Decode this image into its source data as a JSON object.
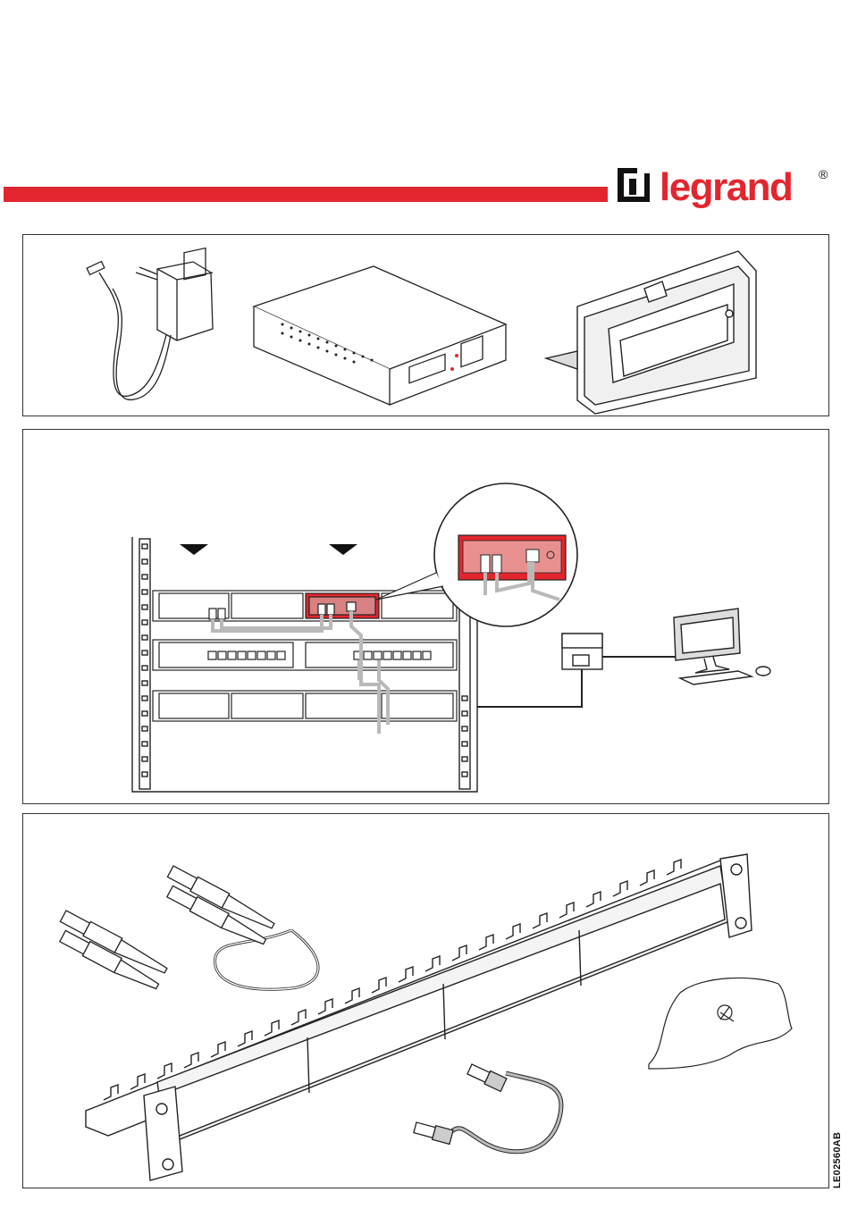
{
  "brand": {
    "name": "legrand",
    "registered_mark": "®",
    "color": "#e3262e"
  },
  "document": {
    "reference": "LE02560AB"
  },
  "colors": {
    "accent_red": "#e3262e",
    "line_dark": "#222222",
    "cable_grey": "#b9b9b9"
  },
  "panels": {
    "contents": [
      "power-adapter",
      "media-converter",
      "mounting-bracket"
    ],
    "installation": [
      "rack-cabinet",
      "patch-panel",
      "network-switch",
      "wall-outlet",
      "desktop-computer"
    ],
    "accessories": [
      "fiber-patch-cord",
      "rack-patch-panel",
      "rj45-patch-cord",
      "screw-bag"
    ]
  }
}
